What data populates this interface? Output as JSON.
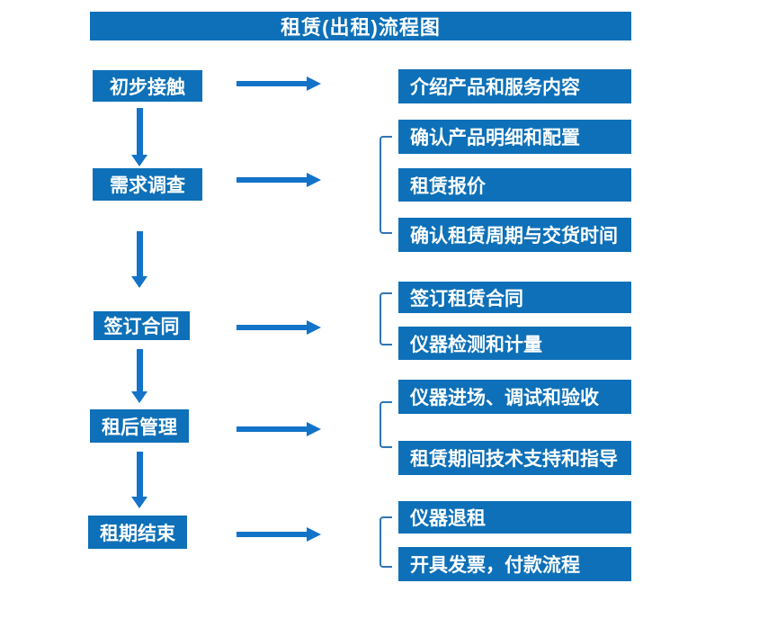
{
  "title": "租赁(出租)流程图",
  "colors": {
    "box_fill": "#0d70b8",
    "arrow": "#1273c8",
    "bracket": "#2e75b6",
    "box_text": "#ffffff",
    "background": "#ffffff"
  },
  "stages": [
    {
      "label": "初步接触",
      "outputs": [
        "介绍产品和服务内容"
      ]
    },
    {
      "label": "需求调查",
      "outputs": [
        "确认产品明细和配置",
        "租赁报价",
        "确认租赁周期与交货时间"
      ]
    },
    {
      "label": "签订合同",
      "outputs": [
        "签订租赁合同",
        "仪器检测和计量"
      ]
    },
    {
      "label": "租后管理",
      "outputs": [
        "仪器进场、调试和验收",
        "租赁期间技术支持和指导"
      ]
    },
    {
      "label": "租期结束",
      "outputs": [
        "仪器退租",
        "开具发票，付款流程"
      ]
    }
  ]
}
